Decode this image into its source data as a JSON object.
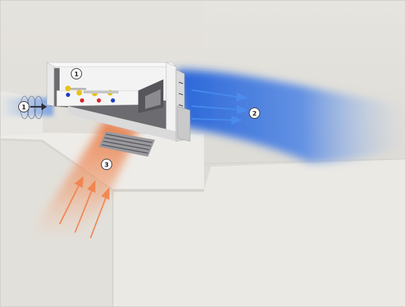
{
  "markers": {
    "inlet_left": "1",
    "unit_top": "1",
    "blue_airflow": "2",
    "orange_airflow": "3"
  },
  "colors": {
    "wall": "#dedcd6",
    "ceiling_soffit": "#eeece8",
    "unit_casing": "#f4f4f4",
    "unit_interior": "#6f6f73",
    "cold_air": "#2f6fe0",
    "warm_air": "#f08a55",
    "valve_yellow": "#e7c21a",
    "valve_red": "#d8262b",
    "valve_blue": "#1f3fbf"
  },
  "icons": [
    "inlet-arrow-icon",
    "airflow-arrow-icon",
    "valve-icon"
  ]
}
